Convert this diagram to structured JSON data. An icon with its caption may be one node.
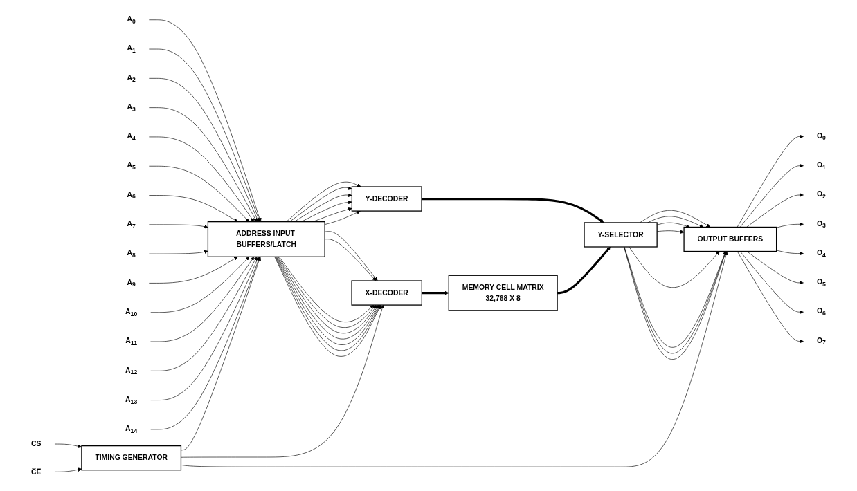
{
  "diagram": {
    "nodes": [
      {
        "text": [
          "O$_{0}$"
        ]
      },
      {
        "text": [
          "O$_{1}$"
        ]
      },
      {
        "text": [
          "O$_{2}$"
        ]
      },
      {
        "text": [
          "O$_{3}$"
        ]
      },
      {
        "text": [
          "O$_{4}$"
        ]
      },
      {
        "text": [
          "O$_{5}$"
        ]
      },
      {
        "text": [
          "O$_{6}$"
        ]
      },
      {
        "text": [
          "O$_{7}$"
        ]
      },
      {
        "text": [
          "A$_{0}$"
        ]
      },
      {
        "text": [
          "A$_{1}$"
        ]
      },
      {
        "text": [
          "A$_{2}$"
        ]
      },
      {
        "text": [
          "A$_{3}$"
        ]
      },
      {
        "text": [
          "A$_{4}$"
        ]
      },
      {
        "text": [
          "A$_{5}$"
        ]
      },
      {
        "text": [
          "A$_{6}$"
        ]
      },
      {
        "text": [
          "A$_{7}$"
        ]
      },
      {
        "text": [
          "A$_{8}$"
        ]
      },
      {
        "text": [
          "A$_{9}$"
        ]
      },
      {
        "text": [
          "A$_{10}$"
        ]
      },
      {
        "text": [
          "A$_{11}$"
        ]
      },
      {
        "text": [
          "A$_{12}$"
        ]
      },
      {
        "text": [
          "A$_{13}$"
        ]
      },
      {
        "text": [
          "A$_{14}$"
        ]
      },
      {
        "text": [
          "ADDRESS INPUT BUFFERS/LATCH"
        ]
      },
      {
        "text": [
          "Y-DECODER"
        ]
      },
      {
        "text": [
          "OUTPUT BUFFERS"
        ]
      },
      {
        "text": [
          "Y-SELECTOR"
        ]
      },
      {
        "text": [
          "X-DECODER"
        ]
      },
      {
        "text": [
          "MEMORY CELL MATRIX",
          "32,768 X 8"
        ]
      },
      {
        "text": [
          "TIMING GENERATOR"
        ]
      },
      {
        "text": [
          "CS"
        ]
      },
      {
        "text": [
          "C̅E̅"
        ]
      }
    ],
    "edges": [
      {
        "from": 8,
        "to": 23,
        "arrow": "to"
      },
      {
        "from": 9,
        "to": 23,
        "arrow": "to"
      },
      {
        "from": 10,
        "to": 23,
        "arrow": "to"
      },
      {
        "from": 11,
        "to": 23,
        "arrow": "to"
      },
      {
        "from": 12,
        "to": 23,
        "arrow": "to"
      },
      {
        "from": 13,
        "to": 23,
        "arrow": "to"
      },
      {
        "from": 14,
        "to": 23,
        "arrow": "to"
      },
      {
        "from": 15,
        "to": 23,
        "arrow": "to"
      },
      {
        "from": 16,
        "to": 23,
        "arrow": "to"
      },
      {
        "from": 17,
        "to": 23,
        "arrow": "to"
      },
      {
        "from": 18,
        "to": 23,
        "arrow": "to"
      },
      {
        "from": 19,
        "to": 23,
        "arrow": "to"
      },
      {
        "from": 20,
        "to": 23,
        "arrow": "to"
      },
      {
        "from": 21,
        "to": 23,
        "arrow": "to"
      },
      {
        "from": 22,
        "to": 23,
        "arrow": "to"
      },
      {
        "from": 23,
        "to": 24,
        "arrow": "to"
      },
      {
        "from": 23,
        "to": 24,
        "arrow": "to"
      },
      {
        "from": 23,
        "to": 24,
        "arrow": "to"
      },
      {
        "from": 23,
        "to": 24,
        "arrow": "to"
      },
      {
        "from": 23,
        "to": 24,
        "arrow": "to"
      },
      {
        "from": 23,
        "to": 24,
        "arrow": "to"
      },
      {
        "from": 23,
        "to": 27,
        "arrow": "to"
      },
      {
        "from": 23,
        "to": 27,
        "arrow": "to"
      },
      {
        "from": 23,
        "to": 27,
        "arrow": "to"
      },
      {
        "from": 23,
        "to": 27,
        "arrow": "to"
      },
      {
        "from": 23,
        "to": 27,
        "arrow": "to"
      },
      {
        "from": 23,
        "to": 27,
        "arrow": "to"
      },
      {
        "from": 23,
        "to": 27,
        "arrow": "to"
      },
      {
        "from": 23,
        "to": 27,
        "arrow": "to"
      },
      {
        "from": 23,
        "to": 27,
        "arrow": "to"
      },
      {
        "from": 24,
        "to": 26,
        "arrow": "to",
        "style": "thick"
      },
      {
        "from": 27,
        "to": 28,
        "arrow": "to",
        "style": "thick"
      },
      {
        "from": 28,
        "to": 26,
        "arrow": "to",
        "style": "thick"
      },
      {
        "from": 26,
        "to": 25,
        "arrow": "to"
      },
      {
        "from": 26,
        "to": 25,
        "arrow": "to"
      },
      {
        "from": 26,
        "to": 25,
        "arrow": "to"
      },
      {
        "from": 26,
        "to": 25,
        "arrow": "to"
      },
      {
        "from": 26,
        "to": 25,
        "arrow": "to"
      },
      {
        "from": 26,
        "to": 25,
        "arrow": "to"
      },
      {
        "from": 26,
        "to": 25,
        "arrow": "to"
      },
      {
        "from": 26,
        "to": 25,
        "arrow": "to"
      },
      {
        "from": 25,
        "to": 0,
        "arrow": "to"
      },
      {
        "from": 25,
        "to": 1,
        "arrow": "to"
      },
      {
        "from": 25,
        "to": 2,
        "arrow": "to"
      },
      {
        "from": 25,
        "to": 3,
        "arrow": "to"
      },
      {
        "from": 25,
        "to": 4,
        "arrow": "to"
      },
      {
        "from": 25,
        "to": 5,
        "arrow": "to"
      },
      {
        "from": 25,
        "to": 6,
        "arrow": "to"
      },
      {
        "from": 25,
        "to": 7,
        "arrow": "to"
      },
      {
        "from": 29,
        "to": 25,
        "arrow": "to"
      },
      {
        "from": 29,
        "to": 23,
        "arrow": "to"
      },
      {
        "from": 29,
        "to": 27,
        "arrow": "to"
      },
      {
        "from": 30,
        "to": 29,
        "arrow": "to"
      },
      {
        "from": 31,
        "to": 29,
        "arrow": "to"
      }
    ]
  }
}
